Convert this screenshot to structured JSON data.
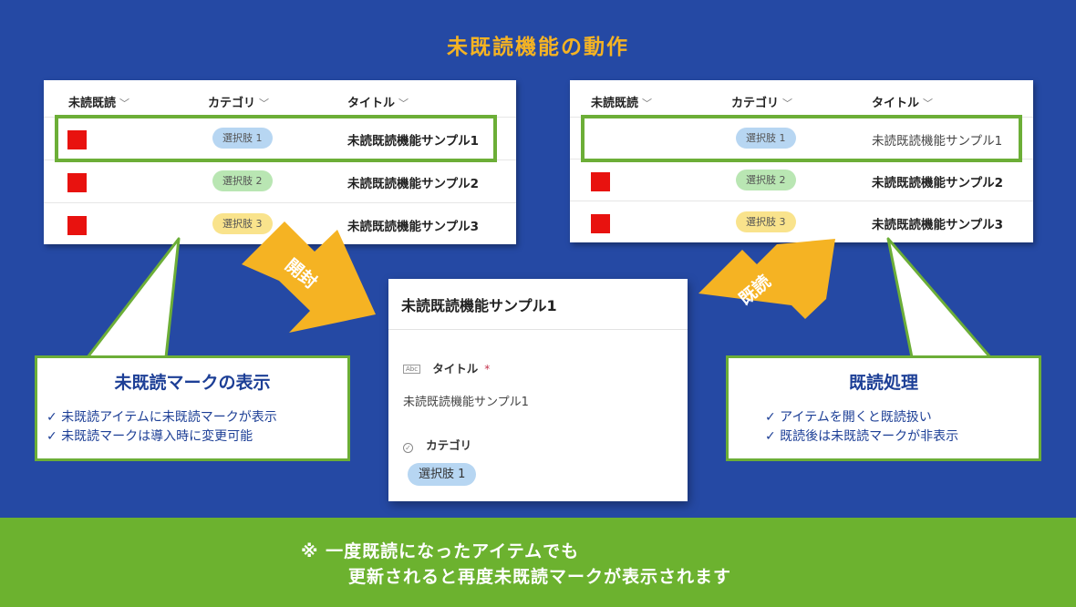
{
  "slide": {
    "title": "未既読機能の動作"
  },
  "columns": {
    "unread": "未読既読",
    "category": "カテゴリ",
    "title": "タイトル",
    "chevron": "﹀"
  },
  "list_before": {
    "rows": [
      {
        "unread": true,
        "category": "選択肢 1",
        "title": "未読既読機能サンプル1"
      },
      {
        "unread": true,
        "category": "選択肢 2",
        "title": "未読既読機能サンプル2"
      },
      {
        "unread": true,
        "category": "選択肢 3",
        "title": "未読既読機能サンプル3"
      }
    ]
  },
  "list_after": {
    "rows": [
      {
        "unread": false,
        "category": "選択肢 1",
        "title": "未読既読機能サンプル1"
      },
      {
        "unread": true,
        "category": "選択肢 2",
        "title": "未読既読機能サンプル2"
      },
      {
        "unread": true,
        "category": "選択肢 3",
        "title": "未読既読機能サンプル3"
      }
    ]
  },
  "arrows": {
    "open": "開封",
    "read": "既読"
  },
  "form": {
    "heading": "未読既読機能サンプル1",
    "title_label": "タイトル",
    "required_mark": "*",
    "title_value": "未読既読機能サンプル1",
    "category_label": "カテゴリ",
    "category_value": "選択肢 1",
    "abc_icon": "Abc"
  },
  "callout_left": {
    "title": "未既読マークの表示",
    "items": [
      "✓ 未既読アイテムに未既読マークが表示",
      "✓ 未既読マークは導入時に変更可能"
    ]
  },
  "callout_right": {
    "title": "既読処理",
    "items": [
      "✓ アイテムを開くと既読扱い",
      "✓ 既読後は未既読マークが非表示"
    ]
  },
  "footer": {
    "line1": "※ 一度既読になったアイテムでも",
    "line2": "更新されると再度未既読マークが表示されます"
  },
  "colors": {
    "background": "#2549a4",
    "accent_orange": "#f5b323",
    "accent_green": "#6cae37",
    "unread_mark": "#e8120f",
    "footer_bg": "#6cb22f"
  }
}
